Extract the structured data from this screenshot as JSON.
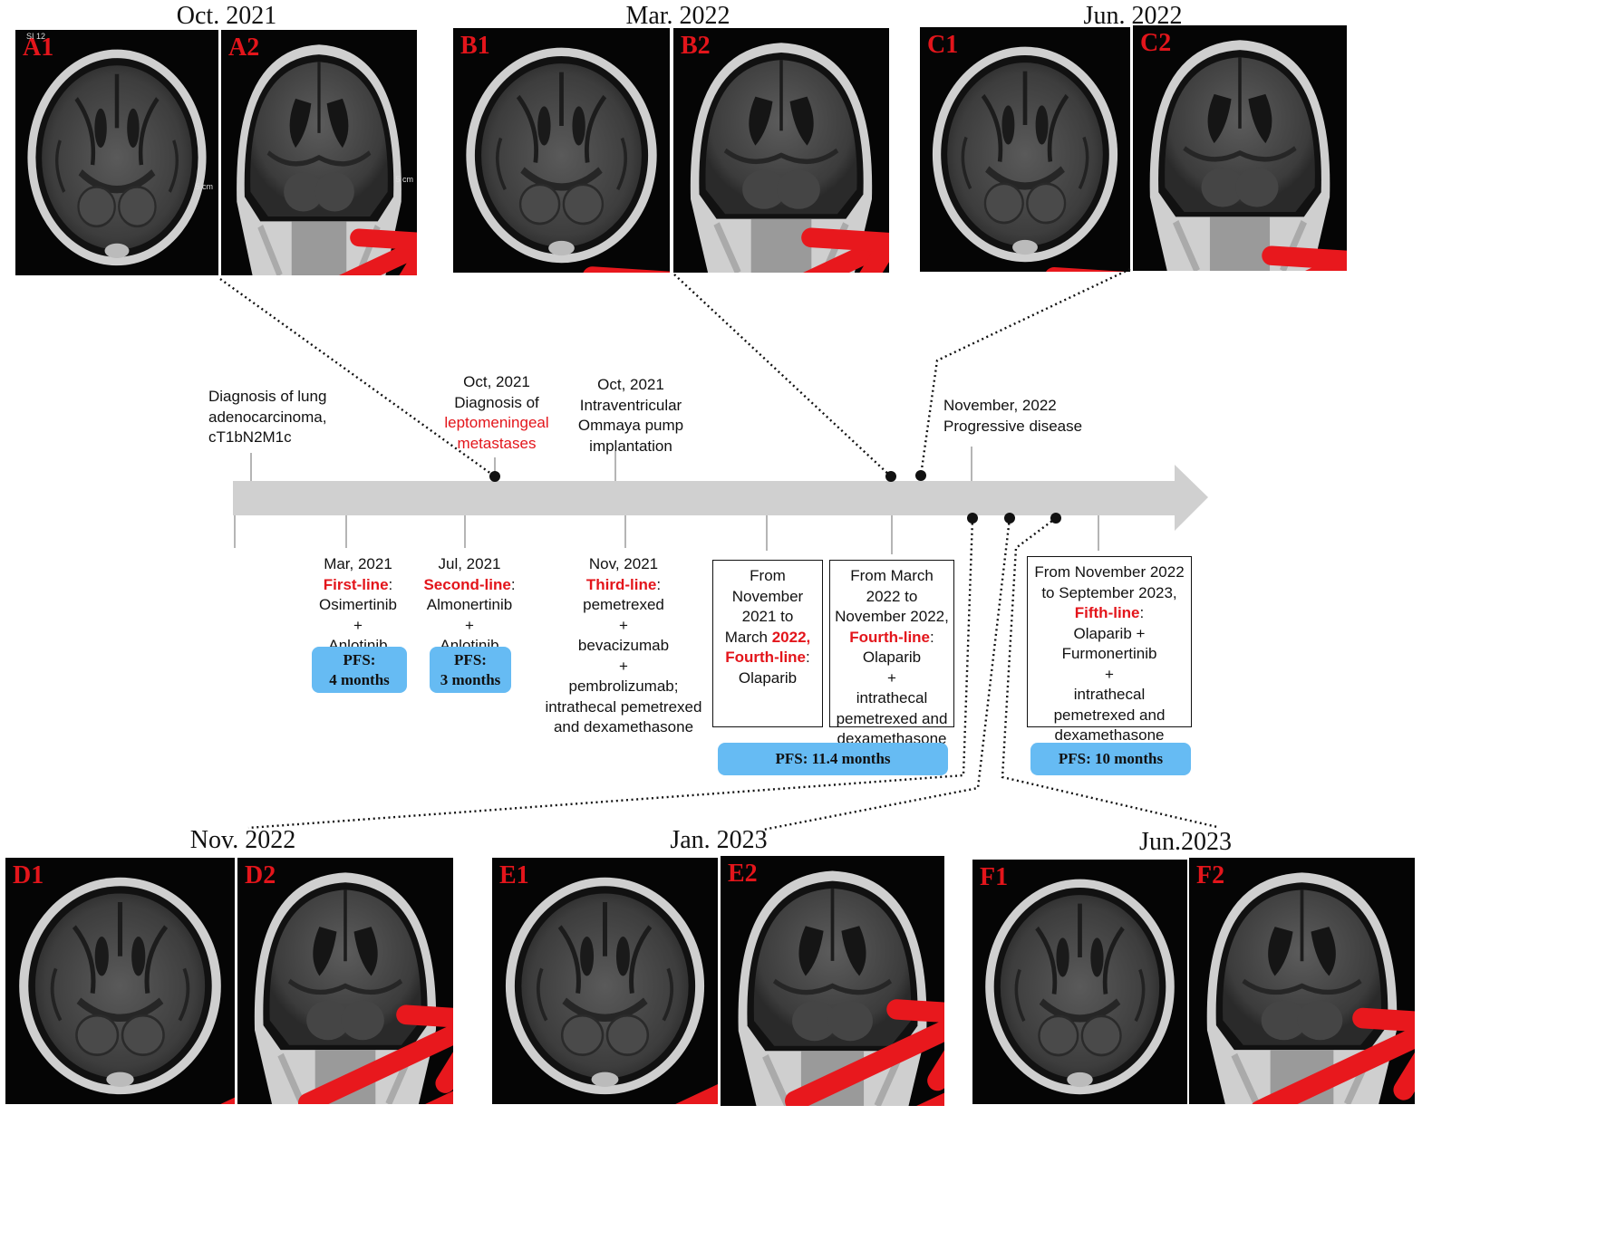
{
  "top_dates": [
    "Oct. 2021",
    "Mar. 2022",
    "Jun. 2022"
  ],
  "bottom_dates": [
    "Nov. 2022",
    "Jan. 2023",
    "Jun.2023"
  ],
  "scan_labels": {
    "a1": "A1",
    "a2": "A2",
    "b1": "B1",
    "b2": "B2",
    "c1": "C1",
    "c2": "C2",
    "d1": "D1",
    "d2": "D2",
    "e1": "E1",
    "e2": "E2",
    "f1": "F1",
    "f2": "F2"
  },
  "scan_overlays": {
    "a1_top": "SI 12",
    "a1_scale": "5 cm",
    "a2_scale": "5 cm"
  },
  "events_above": {
    "diagnosis": [
      "Diagnosis of lung",
      "adenocarcinoma,",
      "cT1bN2M1c"
    ],
    "lm_diagnosis": {
      "date": "Oct, 2021",
      "line1": "Diagnosis of",
      "red1": "leptomeningeal",
      "red2": "metastases"
    },
    "ommaya": [
      "Oct, 2021",
      "Intraventricular",
      "Ommaya pump",
      "implantation"
    ],
    "progression": [
      "November, 2022",
      "Progressive disease"
    ]
  },
  "events_below": {
    "first": {
      "date": "Mar, 2021",
      "line": "First-line",
      "drugs": [
        "Osimertinib",
        "+",
        "Anlotinib"
      ]
    },
    "second": {
      "date": "Jul, 2021",
      "line": "Second-line",
      "drugs": [
        "Almonertinib",
        "+",
        "Anlotinib"
      ]
    },
    "third": {
      "date": "Nov, 2021",
      "line": "Third-line",
      "drugs": [
        "pemetrexed",
        "+",
        "bevacizumab",
        "+",
        "pembrolizumab;",
        "intrathecal pemetrexed",
        "and dexamethasone"
      ]
    }
  },
  "boxes": {
    "fourth_a": {
      "lines": [
        "From",
        "November",
        "2021 to"
      ],
      "march": "March ",
      "year_red": "2022,",
      "line": "Fourth-line",
      "drug": "Olaparib"
    },
    "fourth_b": {
      "lines": [
        "From March",
        "2022 to",
        "November 2022,"
      ],
      "line": "Fourth-line",
      "drugs": [
        "Olaparib",
        "+",
        "intrathecal",
        "pemetrexed and",
        "dexamethasone"
      ]
    },
    "fifth": {
      "lines": [
        "From November 2022",
        "to September 2023,"
      ],
      "line": "Fifth-line",
      "drugs": [
        "Olaparib +",
        "Furmonertinib",
        "+",
        "intrathecal",
        "pemetrexed and",
        "dexamethasone"
      ]
    }
  },
  "pfs": {
    "p1": {
      "label": "PFS:",
      "value": "4 months"
    },
    "p2": {
      "label": "PFS:",
      "value": "3 months"
    },
    "p3": "PFS: 11.4 months",
    "p4": "PFS: 10 months"
  },
  "colors": {
    "accent_red": "#e3151b",
    "pfs_blue": "#66bbf3",
    "timeline_gray": "#d0d0d0"
  }
}
